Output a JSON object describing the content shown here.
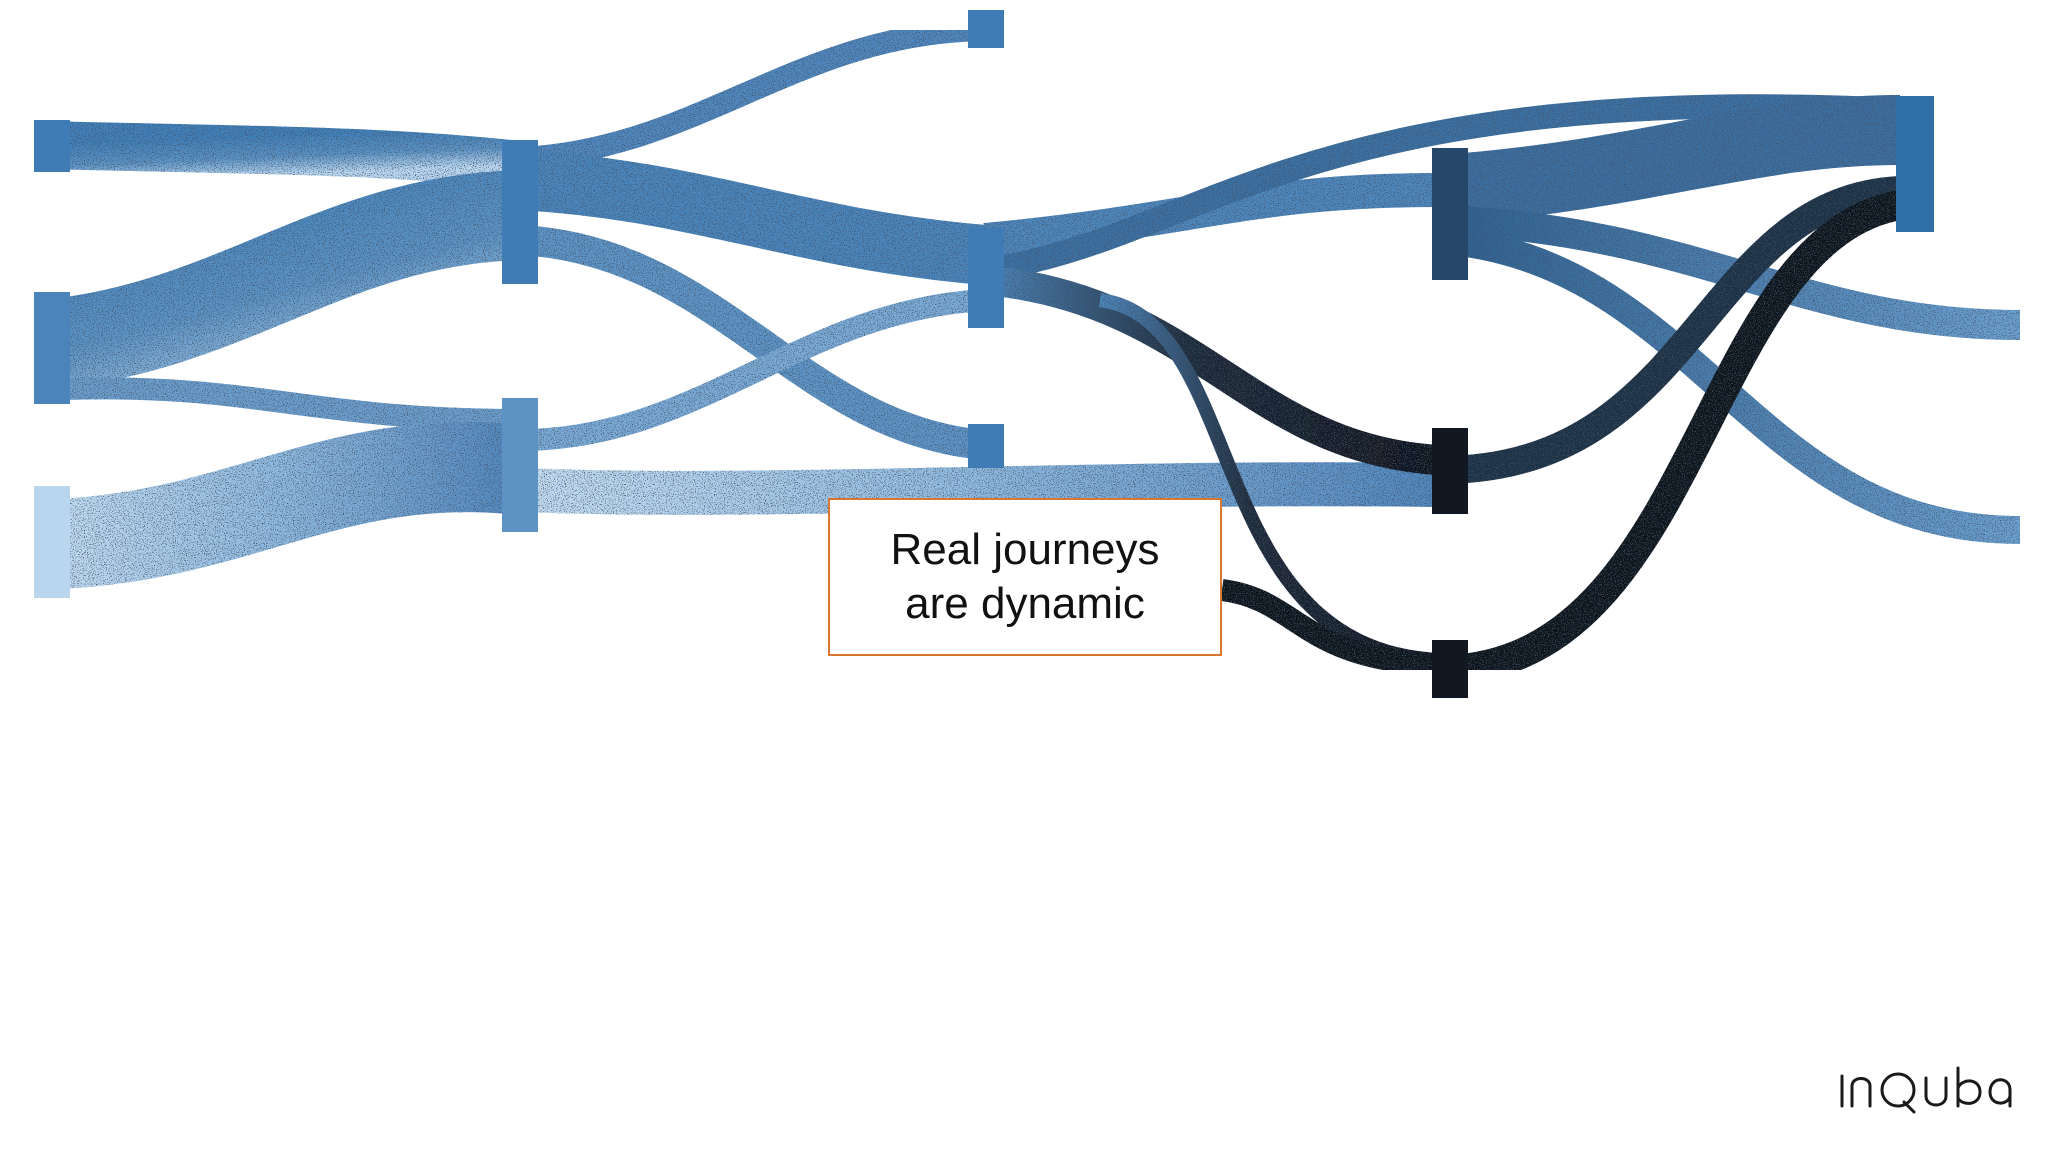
{
  "callout": {
    "line1": "Real journeys",
    "line2": "are dynamic"
  },
  "logo": {
    "text": "inQuba",
    "icon": "inquba-logo"
  },
  "colors": {
    "flow_light": "#b9d6ef",
    "flow_mid": "#5c93c4",
    "flow_dark": "#2f6fa6",
    "flow_black": "#111822",
    "callout_border": "#d9772f",
    "logo": "#1a1a1a"
  }
}
